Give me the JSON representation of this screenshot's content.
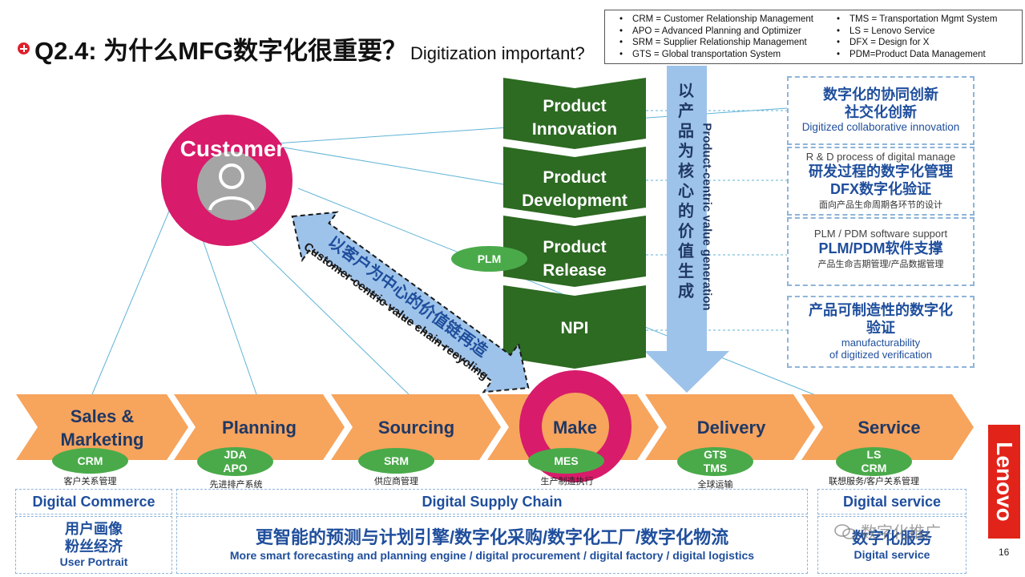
{
  "title": {
    "main": "Q2.4: 为什么MFG数字化很重要？",
    "sub": "Digitization important?"
  },
  "legend": {
    "left": [
      "CRM = Customer Relationship Management",
      "APO = Advanced Planning and Optimizer",
      "SRM = Supplier Relationship Management",
      "GTS = Global transportation System"
    ],
    "right": [
      "TMS = Transportation Mgmt System",
      "LS = Lenovo Service",
      "DFX = Design for X",
      "PDM=Product Data Management"
    ]
  },
  "customer": {
    "label": "Customer"
  },
  "chevrons": [
    {
      "line1": "Product",
      "line2": "Innovation"
    },
    {
      "line1": "Product",
      "line2": "Development"
    },
    {
      "line1": "Product",
      "line2": "Release"
    },
    {
      "line1": "NPI",
      "line2": ""
    }
  ],
  "plm_pill": "PLM",
  "down_arrow": {
    "vertical_cn": [
      "以",
      "产",
      "品",
      "为",
      "核",
      "心",
      "的",
      "价",
      "值",
      "生",
      "成"
    ],
    "rotated_en": "Product-centric value generation"
  },
  "diag_arrow": {
    "cn": "以客户为中心的价值链再造",
    "en": "Customer-centric value chain recycling"
  },
  "right_boxes": [
    {
      "cn1": "数字化的协同创新",
      "cn2": "社交化创新",
      "en": "Digitized collaborative innovation"
    },
    {
      "en_top": "R & D process of digital manage",
      "cn1": "研发过程的数字化管理",
      "cn2": "DFX数字化验证",
      "small": "面向产品生命周期各环节的设计"
    },
    {
      "en_top": "PLM / PDM software support",
      "cn1": "PLM/PDM软件支撑",
      "small": "产品生命吉期管理/产品数据管理"
    },
    {
      "cn1": "产品可制造性的数字化",
      "cn2": "验证",
      "en1": "manufacturability",
      "en2": "of digitized  verification"
    }
  ],
  "stages": [
    {
      "label": "Sales &\nMarketing",
      "pill": "CRM",
      "cn": "客户关系管理"
    },
    {
      "label": "Planning",
      "pill": "JDA\nAPO",
      "cn": "先进排产系统"
    },
    {
      "label": "Sourcing",
      "pill": "SRM",
      "cn": "供应商管理"
    },
    {
      "label": "Make",
      "pill": "MES",
      "cn": "生产制造执行"
    },
    {
      "label": "Delivery",
      "pill": "GTS\nTMS",
      "cn": "全球运输"
    },
    {
      "label": "Service",
      "pill": "LS\nCRM",
      "cn": "联想服务/客户关系管理"
    }
  ],
  "bottom": {
    "commerce": {
      "title": "Digital Commerce",
      "cn1": "用户画像",
      "cn2": "粉丝经济",
      "en": "User Portrait"
    },
    "supply": {
      "title": "Digital Supply Chain",
      "cn": "更智能的预测与计划引擎/数字化采购/数字化工厂/数字化物流",
      "en": "More smart forecasting and planning engine / digital procurement / digital factory / digital logistics"
    },
    "service": {
      "title": "Digital service",
      "cn": "数字化服务",
      "en": "Digital service"
    }
  },
  "watermark": "数字化推广",
  "brand": "Lenovo",
  "page_number": "16",
  "colors": {
    "chevron_green": "#2d6a22",
    "stage_orange": "#f7a45d",
    "customer_pink": "#d81b6a",
    "pill_green": "#4aaa4a",
    "arrow_blue": "#9ec3ea",
    "text_navy": "#1f3864",
    "lenovo_red": "#e2231a"
  }
}
